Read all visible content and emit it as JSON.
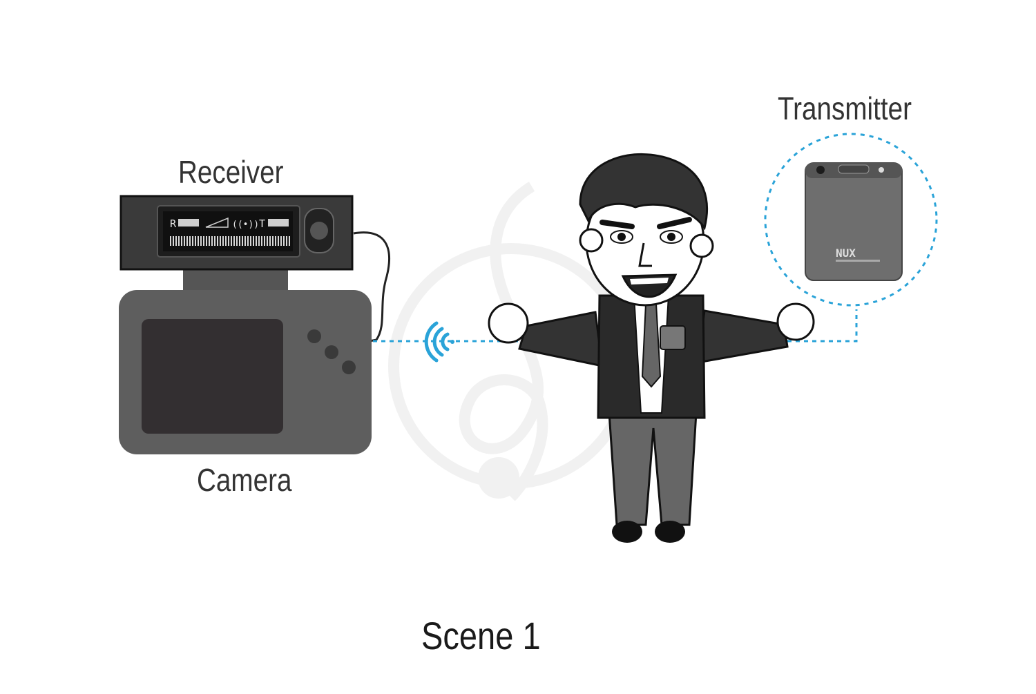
{
  "labels": {
    "receiver": "Receiver",
    "camera": "Camera",
    "transmitter": "Transmitter",
    "scene": "Scene 1"
  },
  "receiver_display": {
    "receiver_indicator": "R",
    "transmitter_indicator": "T",
    "link_symbol": "((•))"
  },
  "transmitter_device": {
    "brand": "NUX"
  },
  "colors": {
    "signal_blue": "#2aa3d8",
    "device_dark": "#3d3d3d",
    "camera_gray": "#5e5e5e",
    "screen_dark": "#332f31",
    "watermark": "#f1f1f1"
  },
  "icons": {
    "wireless": "wifi-signal-icon",
    "watermark": "treble-clef-icon"
  }
}
